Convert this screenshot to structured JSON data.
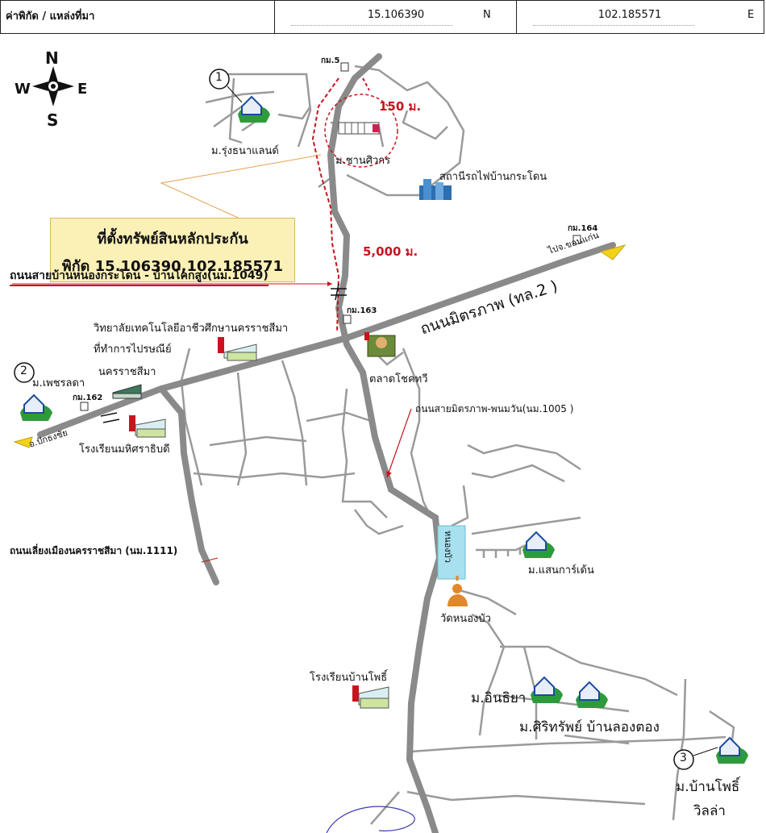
{
  "header": {
    "label": "ค่าพิกัด / แหล่งที่มา",
    "lat": "15.106390",
    "lat_dir": "N",
    "lng": "102.185571",
    "lng_dir": "E"
  },
  "compass": {
    "n": "N",
    "s": "S",
    "e": "E",
    "w": "W"
  },
  "callout": {
    "title": "ที่ตั้งทรัพย์สินหลักประกัน",
    "coords": "พิกัด 15.106390,102.185571"
  },
  "labels": {
    "km5": "กม.5",
    "dist150": "150 ม.",
    "dist5000": "5,000 ม.",
    "rungthanaland": "ม.รุ่งธนาแลนด์",
    "chanwithon": "ม.ชานศิวกร",
    "station": "สถานีรถไฟบ้านกระโดน",
    "km164": "กม.164",
    "to_khonkaen": "ไปจ.ขอนแก่น",
    "road1049": "ถนนสายบ้านหนองกระโดน - บ้านโคกสูง(นม.1049)",
    "km163": "กม.163",
    "mittraphap": "ถนนมิตรภาพ (ทล.2 )",
    "college": "วิทยาลัยเทคโนโลยีอาชีวศึกษานครราชสีมา",
    "post1": "ที่ทำการไปรษณีย์",
    "post2": "นครราชสีมา",
    "market": "ตลาดโชคทวี",
    "petchlada": "ม.เพชรลดา",
    "km162": "กม.162",
    "pakthongchai": "อ.ปักธงชัย",
    "school_mahisara": "โรงเรียนมหิศราธิบดี",
    "road1005": "ถนนสายมิตรภาพ-พนมวัน(นม.1005 )",
    "bypass1111": "ถนนเลี่ยงเมืองนครราชสีมา (นม.1111)",
    "pond": "หนองบัว",
    "sangarden": "ม.แสนการ์เด้น",
    "wat": "วัดหนองบัว",
    "school_bpho": "โรงเรียนบ้านโพธิ์",
    "inthiya": "ม.อินธิยา",
    "sirisap": "ม.ศิริทรัพย์ บ้านลองตอง",
    "banpho": "ม.บ้านโพธิ์",
    "villa": "วิลล่า"
  },
  "markers": {
    "m1": "1",
    "m2": "2",
    "m3": "3"
  },
  "colors": {
    "road": "#8a8a8a",
    "accent_red": "#c8141e",
    "callout_bg": "#fbf0b6",
    "pond": "#a8e0ef",
    "arrow_yellow": "#f3d21a"
  }
}
